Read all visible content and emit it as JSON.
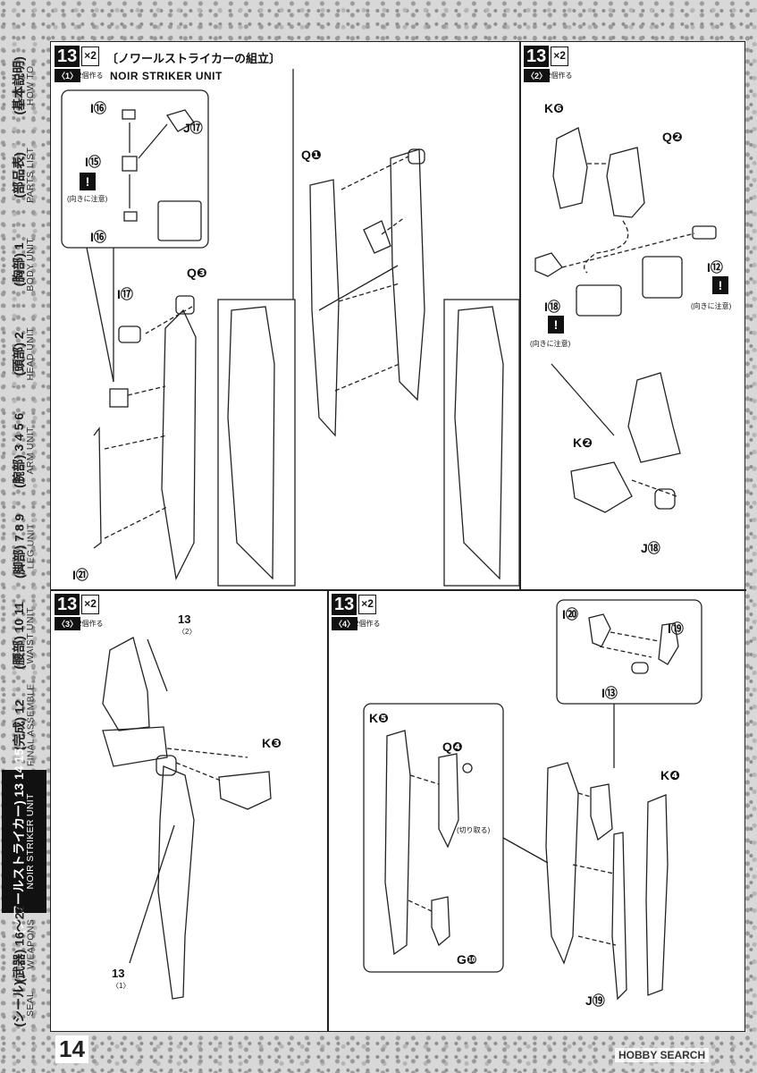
{
  "tabs": [
    {
      "jp": "(基本説明)",
      "en": "HOW TO"
    },
    {
      "jp": "(部品表)",
      "en": "PARTS LIST"
    },
    {
      "jp": "(胸部) 1",
      "en": "BODY UNIT"
    },
    {
      "jp": "(頭部) 2",
      "en": "HEAD UNIT"
    },
    {
      "jp": "(腕部) 3 4 5 6",
      "en": "ARM UNIT"
    },
    {
      "jp": "(脚部) 7 8 9",
      "en": "LEG UNIT"
    },
    {
      "jp": "(腰部) 10 11",
      "en": "WAIST UNIT"
    },
    {
      "jp": "(完成) 12",
      "en": "FINAL ASSEMBLE"
    },
    {
      "jp": "(ノワールストライカー) 13 14 15",
      "en": "NOIR STRIKER UNIT"
    },
    {
      "jp": "(武器) 16～22",
      "en": "WEAPONS"
    },
    {
      "jp": "(シール)",
      "en": "SEAL"
    }
  ],
  "steps": {
    "s1": {
      "num": "13",
      "mult": "×2",
      "sub": "〈1〉",
      "note": "2個作る",
      "title_jp": "〔ノワールストライカーの組立〕",
      "title_en": "NOIR STRIKER UNIT"
    },
    "s2": {
      "num": "13",
      "mult": "×2",
      "sub": "〈2〉",
      "note": "2個作る"
    },
    "s3": {
      "num": "13",
      "mult": "×2",
      "sub": "〈3〉",
      "note": "2個作る"
    },
    "s4": {
      "num": "13",
      "mult": "×2",
      "sub": "〈4〉",
      "note": "2個作る"
    }
  },
  "parts": {
    "p1": "I⑯",
    "p2": "I⑮",
    "p3": "I⑯",
    "p4": "J⑰",
    "p5": "Q❶",
    "p6": "Q❸",
    "p7": "I⑰",
    "p8": "I㉑",
    "p9": "K❻",
    "p10": "Q❷",
    "p11": "I⑫",
    "p12": "I⑱",
    "p13": "K❷",
    "p14": "J⑱",
    "p15": "K❸",
    "p16": "I⑳",
    "p17": "I⑲",
    "p18": "I⑬",
    "p19": "K❺",
    "p20": "Q❹",
    "p21": "K❹",
    "p22": "G❿",
    "p23": "J⑲"
  },
  "notes": {
    "caution": "(向きに注意)",
    "cut": "(切り取る)",
    "ref_top": "13",
    "ref_top_sub": "〈2〉",
    "ref_bottom": "13",
    "ref_bottom_sub": "〈1〉"
  },
  "footer": {
    "page_number": "14",
    "watermark": "HOBBY SEARCH"
  }
}
